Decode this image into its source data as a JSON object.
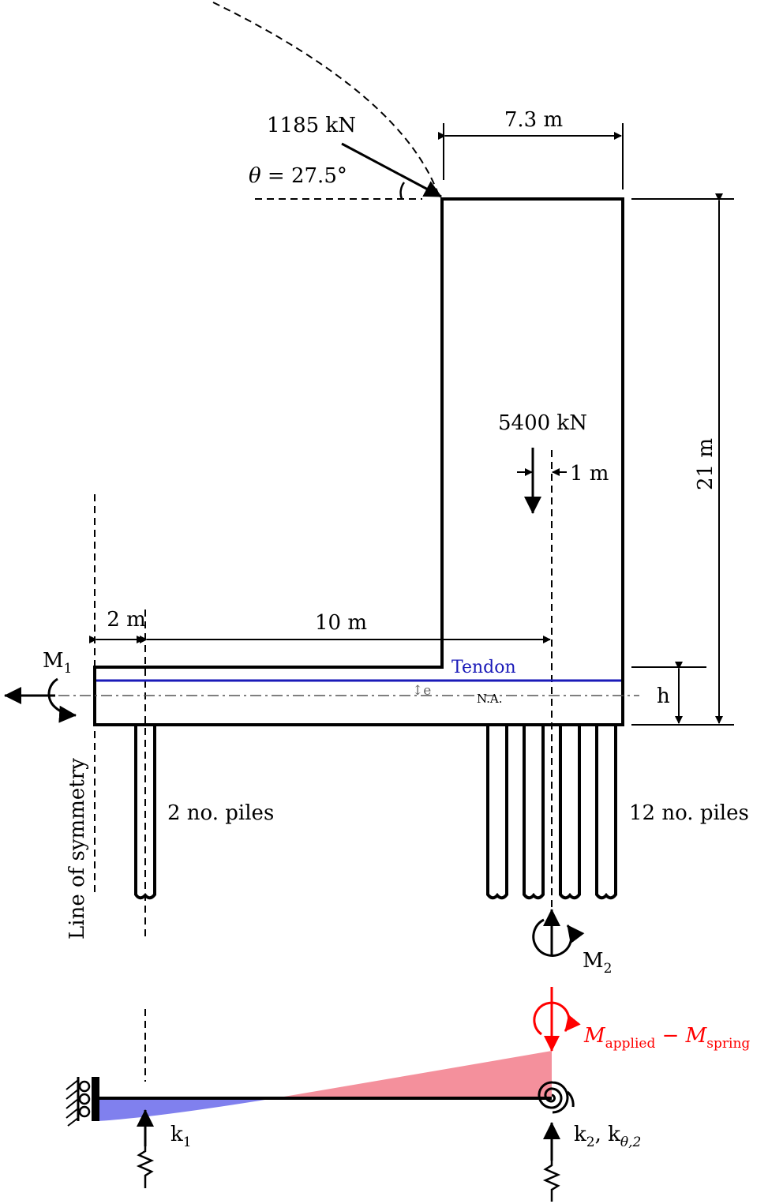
{
  "labels": {
    "force_inclined": "1185 kN",
    "theta_symbol": "θ",
    "theta_rest": " = 27.5°",
    "dim_wall_width": "7.3 m",
    "dim_height": "21 m",
    "force_vertical": "5400 kN",
    "dim_offset": "1 m",
    "dim_2m": "2 m",
    "dim_10m": "10 m",
    "m1_main": "M",
    "m1_sub": "1",
    "tendon": "Tendon",
    "eccentricity": "↕e",
    "neutral_axis": "N.A.",
    "h": "h",
    "line_of_symmetry": "Line of symmetry",
    "piles_left": "2 no. piles",
    "piles_right": "12 no. piles",
    "m2_main": "M",
    "m2_sub": "2",
    "m_applied_main": "M",
    "m_applied_sub": "applied",
    "m_minus": " − ",
    "m_spring_main": "M",
    "m_spring_sub": "spring",
    "k1_main": "k",
    "k1_sub": "1",
    "k2_main": "k",
    "k2_sub": "2",
    "k2_sep": ", k",
    "ktheta_sub": "θ,2"
  },
  "colors": {
    "structure": "#000000",
    "tendon": "#1a1ab8",
    "neutral_axis": "#555555",
    "moment_negative": "#8080ee",
    "moment_positive": "#f4909c",
    "applied_moment": "#ff0000"
  }
}
